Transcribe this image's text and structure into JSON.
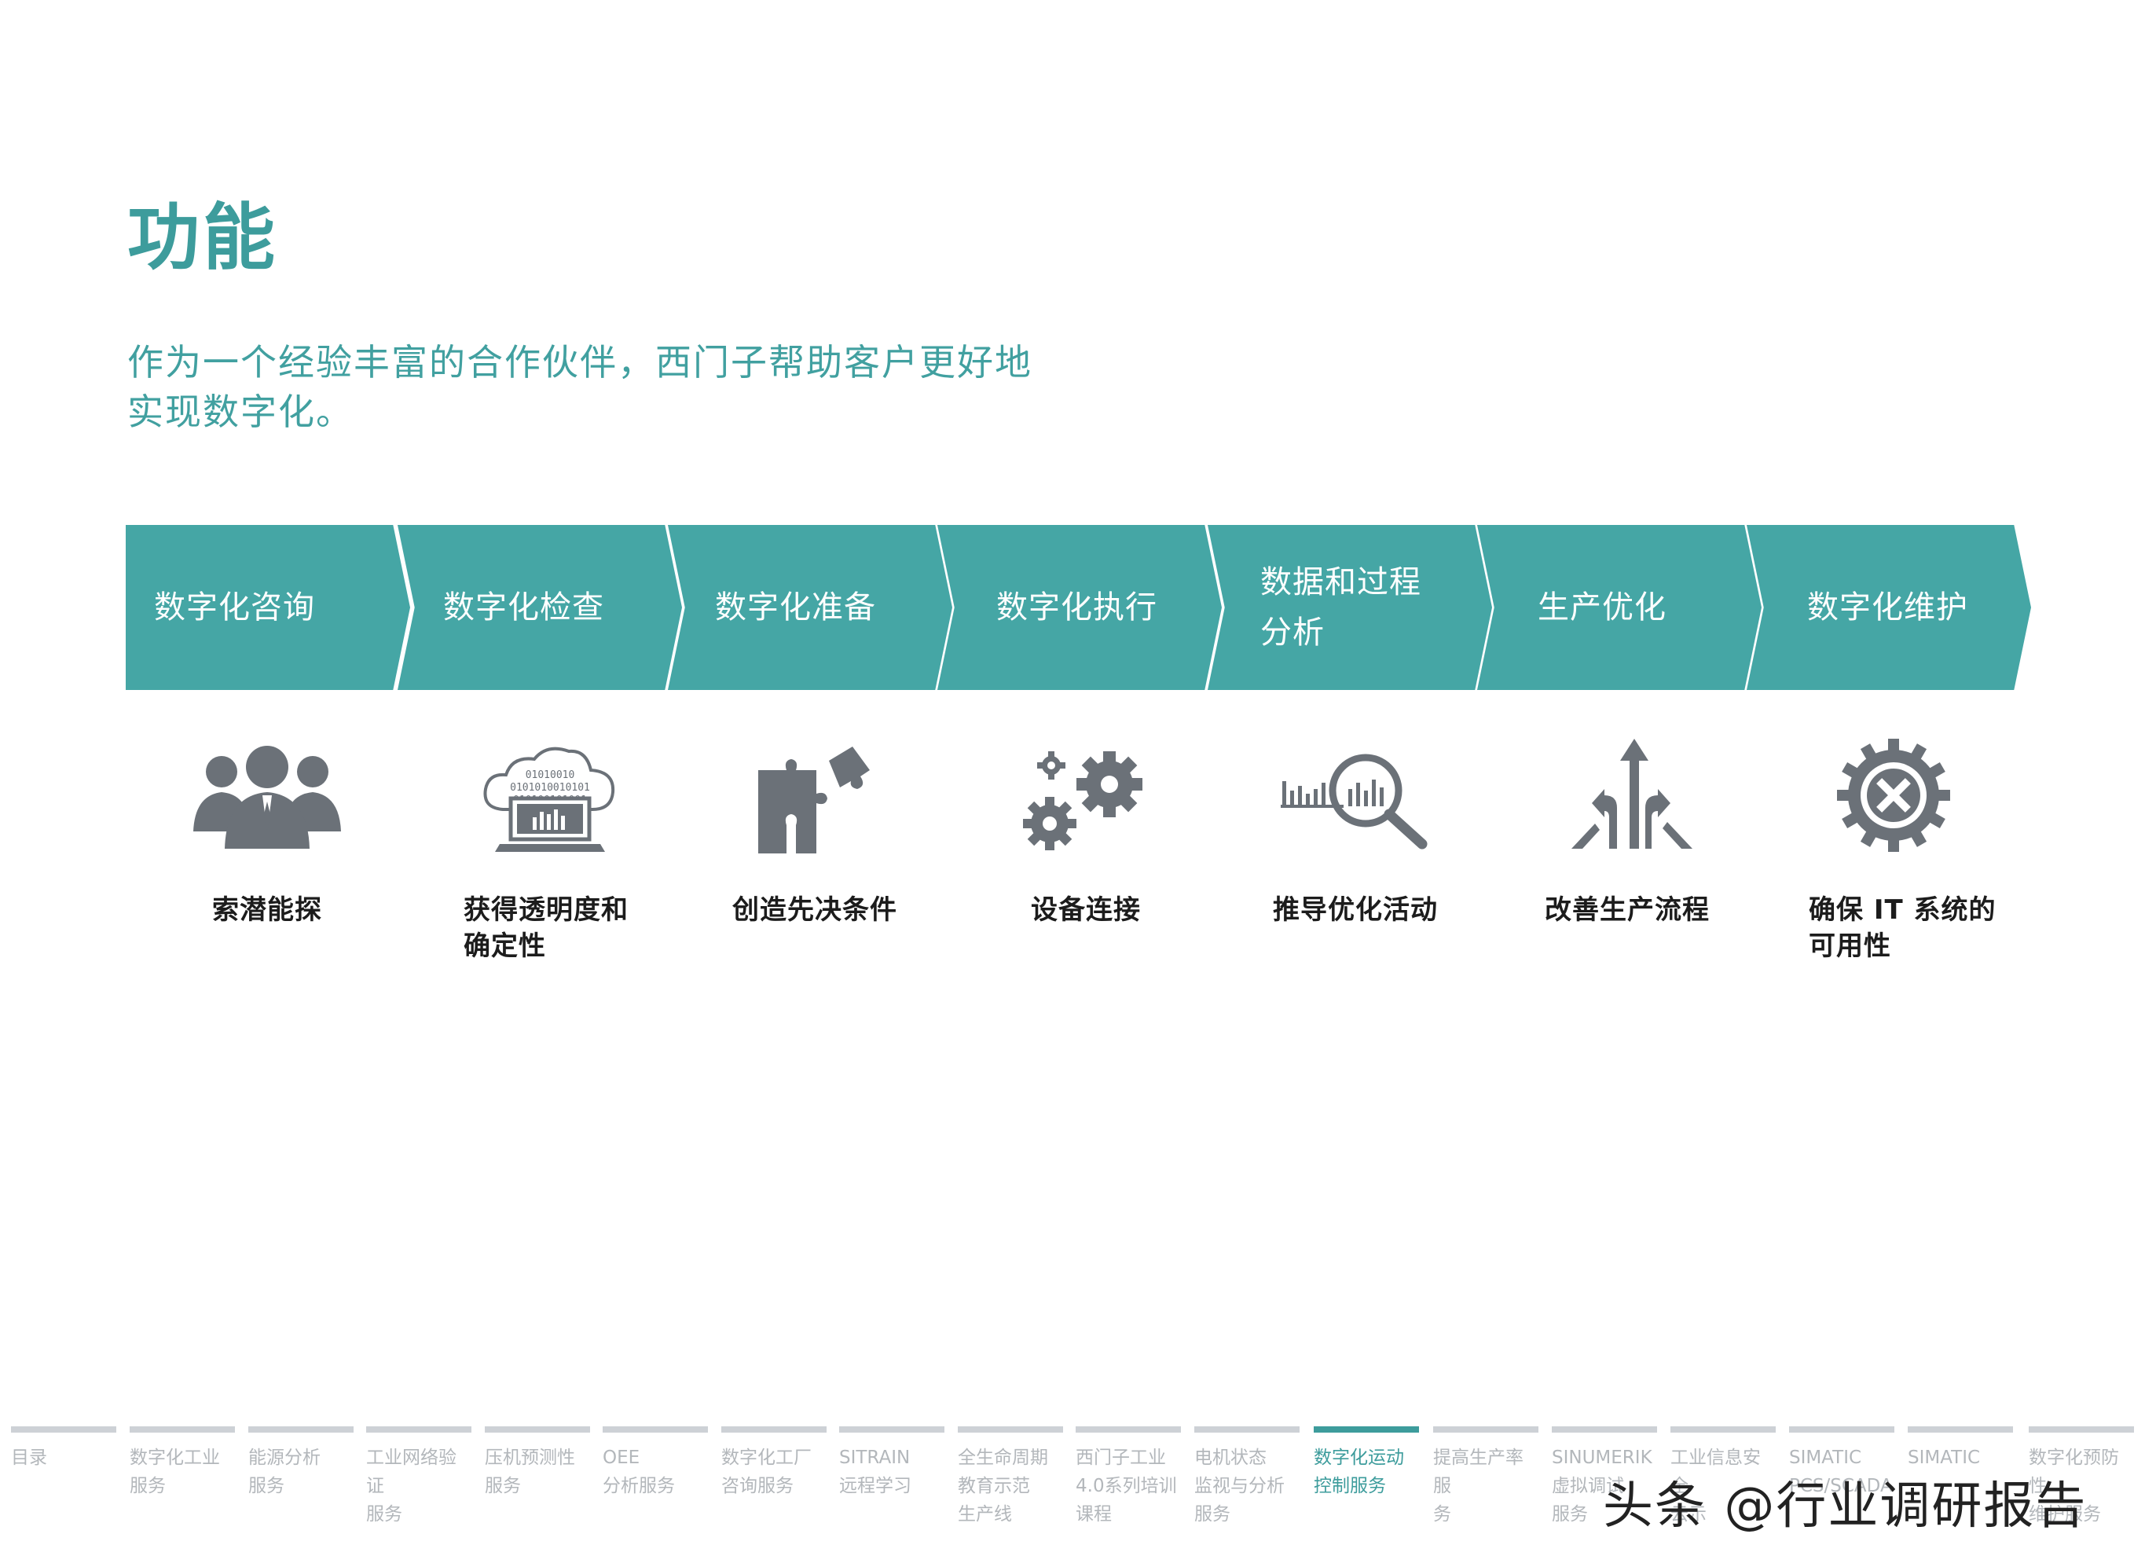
{
  "page": {
    "title": "功能",
    "subtitle_line1": "作为一个经验丰富的合作伙伴，西门子帮助客户更好地",
    "subtitle_line2": "实现数字化。"
  },
  "process": {
    "steps": [
      {
        "label": "数字化咨询"
      },
      {
        "label": "数字化检查"
      },
      {
        "label": "数字化准备"
      },
      {
        "label": "数字化执行"
      },
      {
        "label_line1": "数据和过程",
        "label_line2": "分析"
      },
      {
        "label": "生产优化"
      },
      {
        "label": "数字化维护"
      }
    ],
    "outcomes": [
      {
        "icon": "people-group-icon",
        "text": "索潜能探"
      },
      {
        "icon": "cloud-computer-data-icon",
        "line1": "获得透明度和",
        "line2": "确定性"
      },
      {
        "icon": "puzzle-icon",
        "text": "创造先决条件"
      },
      {
        "icon": "gears-icon",
        "text": "设备连接"
      },
      {
        "icon": "magnifier-chart-icon",
        "text": "推导优化活动"
      },
      {
        "icon": "arrows-up-icon",
        "text": "改善生产流程"
      },
      {
        "icon": "gear-tools-icon",
        "line1": "确保 IT 系统的",
        "line2": "可用性"
      }
    ]
  },
  "footer_nav": [
    {
      "line1": "目录"
    },
    {
      "line1": "数字化工业",
      "line2": "服务"
    },
    {
      "line1": "能源分析",
      "line2": "服务"
    },
    {
      "line1": "工业网络验证",
      "line2": "服务"
    },
    {
      "line1": "压机预测性",
      "line2": "服务"
    },
    {
      "line1": "OEE",
      "line2": "分析服务"
    },
    {
      "line1": "数字化工厂",
      "line2": "咨询服务"
    },
    {
      "line1": "SITRAIN",
      "line2": "远程学习"
    },
    {
      "line1": "全生命周期",
      "line2": "教育示范",
      "line3": "生产线"
    },
    {
      "line1": "西门子工业",
      "line2": "4.0系列培训",
      "line3": "课程"
    },
    {
      "line1": "电机状态",
      "line2": "监视与分析",
      "line3": "服务"
    },
    {
      "line1": "数字化运动",
      "line2": "控制服务",
      "active": true
    },
    {
      "line1": "提高生产率服",
      "line2": "务"
    },
    {
      "line1": "SINUMERIK",
      "line2": "虚拟调试",
      "line3": "服务"
    },
    {
      "line1": "工业信息安全",
      "line2": "云示"
    },
    {
      "line1": "SIMATIC",
      "line2": "PCS/SCADA"
    },
    {
      "line1": "SIMATIC"
    },
    {
      "line1": "数字化预防性",
      "line2": "维护服务"
    }
  ],
  "watermark": "头条 @行业调研报告",
  "colors": {
    "accent": "#45a6a5",
    "title": "#3d9c9c",
    "icon": "#6b7178",
    "nav_inactive": "#cdd1d6"
  }
}
